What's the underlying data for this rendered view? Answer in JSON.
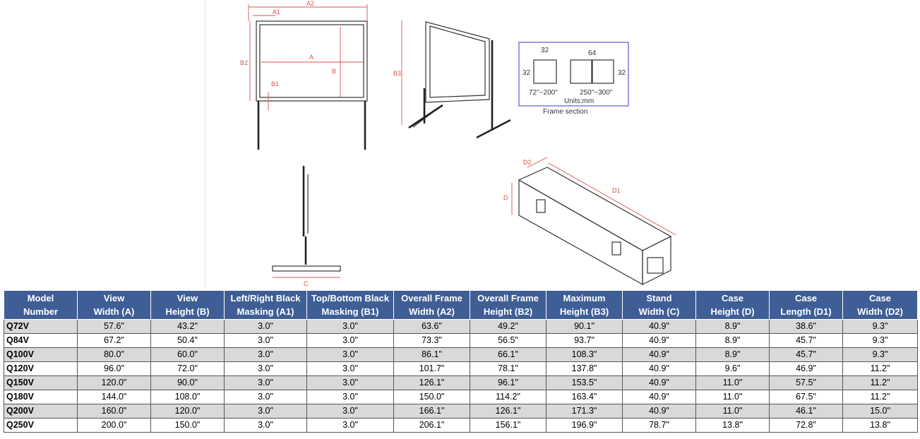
{
  "drawings": {
    "front": {
      "a2": "A2",
      "a1": "A1",
      "a": "A",
      "b": "B",
      "b1": "B1",
      "b2": "B2"
    },
    "side": {
      "b3": "B3"
    },
    "frame_section": {
      "w_left": "32",
      "w_right": "64",
      "h_left": "32",
      "h_right": "32",
      "range_left": "72\"~200\"",
      "range_right": "250\"~300\"",
      "units": "Units:mm",
      "caption": "Frame section"
    },
    "stand": {
      "c": "C"
    },
    "case": {
      "d": "D",
      "d1": "D1",
      "d2": "D2"
    }
  },
  "table": {
    "headers": [
      [
        "Model",
        "Number"
      ],
      [
        "View",
        "Width (A)"
      ],
      [
        "View",
        "Height (B)"
      ],
      [
        "Left/Right Black",
        "Masking (A1)"
      ],
      [
        "Top/Bottom Black",
        "Masking (B1)"
      ],
      [
        "Overall Frame",
        "Width (A2)"
      ],
      [
        "Overall Frame",
        "Height (B2)"
      ],
      [
        "Maximum",
        "Height (B3)"
      ],
      [
        "Stand",
        "Width (C)"
      ],
      [
        "Case",
        "Height (D)"
      ],
      [
        "Case",
        "Length (D1)"
      ],
      [
        "Case",
        "Width (D2)"
      ]
    ],
    "rows": [
      [
        "Q72V",
        "57.6\"",
        "43.2\"",
        "3.0\"",
        "3.0\"",
        "63.6\"",
        "49.2\"",
        "90.1\"",
        "40.9\"",
        "8.9\"",
        "38.6\"",
        "9.3\""
      ],
      [
        "Q84V",
        "67.2\"",
        "50.4\"",
        "3.0\"",
        "3.0\"",
        "73.3\"",
        "56.5\"",
        "93.7\"",
        "40.9\"",
        "8.9\"",
        "45.7\"",
        "9.3\""
      ],
      [
        "Q100V",
        "80.0\"",
        "60.0\"",
        "3.0\"",
        "3.0\"",
        "86.1\"",
        "66.1\"",
        "108.3\"",
        "40.9\"",
        "8.9\"",
        "45.7\"",
        "9.3\""
      ],
      [
        "Q120V",
        "96.0\"",
        "72.0\"",
        "3.0\"",
        "3.0\"",
        "101.7\"",
        "78.1\"",
        "137.8\"",
        "40.9\"",
        "9.6\"",
        "46.9\"",
        "11.2\""
      ],
      [
        "Q150V",
        "120.0\"",
        "90.0\"",
        "3.0\"",
        "3.0\"",
        "126.1\"",
        "96.1\"",
        "153.5\"",
        "40.9\"",
        "11.0\"",
        "57.5\"",
        "11.2\""
      ],
      [
        "Q180V",
        "144.0\"",
        "108.0\"",
        "3.0\"",
        "3.0\"",
        "150.0\"",
        "114.2\"",
        "163.4\"",
        "40.9\"",
        "11.0\"",
        "67.5\"",
        "11.2\""
      ],
      [
        "Q200V",
        "160.0\"",
        "120.0\"",
        "3.0\"",
        "3.0\"",
        "166.1\"",
        "126.1\"",
        "171.3\"",
        "40.9\"",
        "11.0\"",
        "46.1\"",
        "15.0\""
      ],
      [
        "Q250V",
        "200.0\"",
        "150.0\"",
        "3.0\"",
        "3.0\"",
        "206.1\"",
        "156.1\"",
        "196.9\"",
        "78.7\"",
        "13.8\"",
        "72.8\"",
        "13.8\""
      ]
    ]
  }
}
